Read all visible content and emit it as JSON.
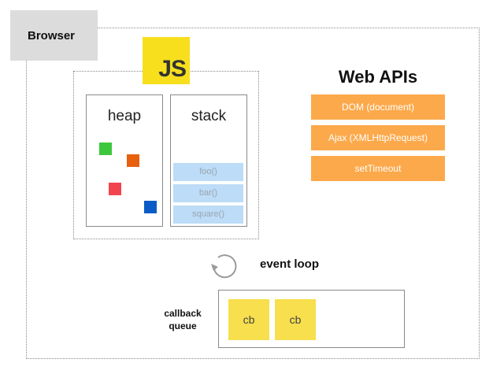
{
  "browser": {
    "label": "Browser"
  },
  "engine": {
    "logo_text": "JS",
    "heap": {
      "title": "heap",
      "objects": [
        {
          "color": "#3dc73d"
        },
        {
          "color": "#e8600e"
        },
        {
          "color": "#f2444f"
        },
        {
          "color": "#0a5bc5"
        }
      ]
    },
    "stack": {
      "title": "stack",
      "frames": [
        "foo()",
        "bar()",
        "square()"
      ]
    }
  },
  "web_apis": {
    "title": "Web APIs",
    "items": [
      "DOM (document)",
      "Ajax (XMLHttpRequest)",
      "setTimeout"
    ]
  },
  "event_loop": {
    "label": "event loop"
  },
  "callback_queue": {
    "label_line1": "callback",
    "label_line2": "queue",
    "items": [
      "cb",
      "cb"
    ]
  },
  "colors": {
    "js_yellow": "#f7df1e",
    "api_orange": "#fca94b",
    "frame_blue": "#bcdcf7",
    "cb_yellow": "#f7df4d"
  }
}
